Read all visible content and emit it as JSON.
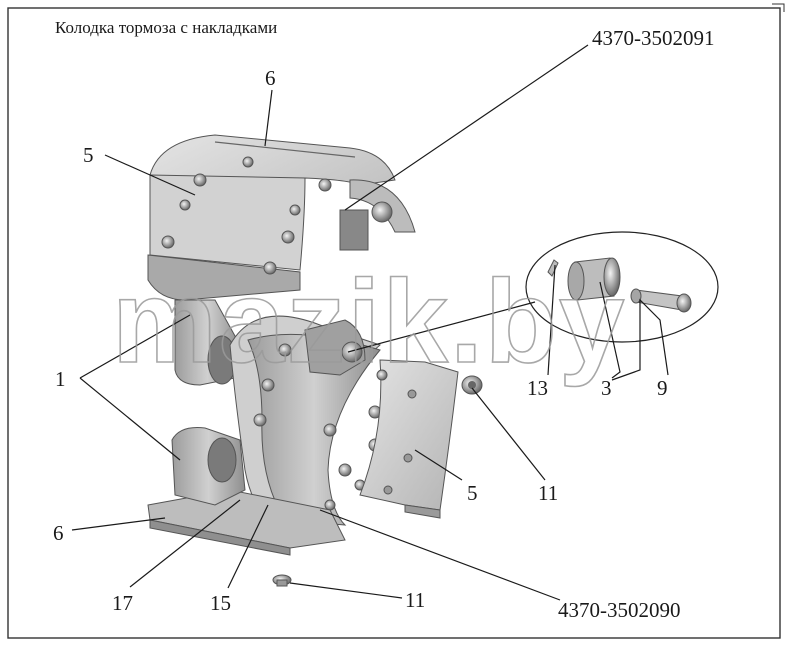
{
  "title": "Колодка тормоза с накладками",
  "watermark": "mazik.by",
  "colors": {
    "background": "#ffffff",
    "frame": "#333333",
    "lining": "#c9c9c9",
    "shoe": "#b5b5b5",
    "leader": "#1a1a1a"
  },
  "part_numbers": {
    "upper": "4370-3502091",
    "lower": "4370-3502090"
  },
  "callouts": {
    "lining_top": "5",
    "lining_right": "5",
    "rivet_strip_top": "6",
    "rivet_strip_bottom": "6",
    "roller_pins": "1",
    "spring_clip": "13",
    "roller": "3",
    "axle": "9",
    "bushing_right": "11",
    "bushing_bottom": "11",
    "web_rib": "17",
    "shoe_body": "15"
  }
}
